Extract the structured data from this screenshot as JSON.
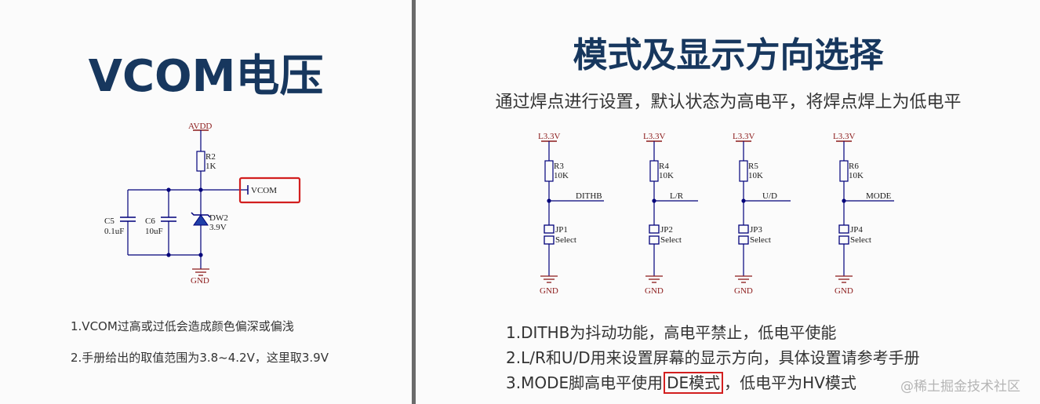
{
  "left": {
    "title": "VCOM电压",
    "notes": [
      "1.VCOM过高或过低会造成颜色偏深或偏浅",
      "2.手册给出的取值范围为3.8~4.2V，这里取3.9V"
    ]
  },
  "right": {
    "title": "模式及显示方向选择",
    "subtitle": "通过焊点进行设置，默认状态为高电平，将焊点焊上为低电平",
    "notes": {
      "n1": "1.DITHB为抖动功能，高电平禁止，低电平使能",
      "n2": "2.L/R和U/D用来设置屏幕的显示方向，具体设置请参考手册",
      "n3_pre": "3.MODE脚高电平使用",
      "n3_hl": "DE模式",
      "n3_post": "，低电平为HV模式"
    }
  },
  "vcom_schematic": {
    "avdd": "AVDD",
    "r2_name": "R2",
    "r2_value": "1K",
    "c5_name": "C5",
    "c5_value": "0.1uF",
    "c6_name": "C6",
    "c6_value": "10uF",
    "dw2_name": "DW2",
    "dw2_value": "3.9V",
    "vcom_net": "VCOM",
    "gnd": "GND"
  },
  "jumper_circuits": [
    {
      "supply": "L3.3V",
      "r_name": "R3",
      "r_value": "10K",
      "net": "DITHB",
      "jp_name": "JP1",
      "jp_value": "Select",
      "gnd": "GND"
    },
    {
      "supply": "L3.3V",
      "r_name": "R4",
      "r_value": "10K",
      "net": "L/R",
      "jp_name": "JP2",
      "jp_value": "Select",
      "gnd": "GND"
    },
    {
      "supply": "L3.3V",
      "r_name": "R5",
      "r_value": "10K",
      "net": "U/D",
      "jp_name": "JP3",
      "jp_value": "Select",
      "gnd": "GND"
    },
    {
      "supply": "L3.3V",
      "r_name": "R6",
      "r_value": "10K",
      "net": "MODE",
      "jp_name": "JP4",
      "jp_value": "Select",
      "gnd": "GND"
    }
  ],
  "colors": {
    "title": "#17375e",
    "wire": "#00007a",
    "power_label": "#8b1a1a",
    "highlight_box": "#d21f1f",
    "diode_fill": "#1f3fa8",
    "divider": "#6b6b6b"
  },
  "watermark": "@稀土掘金技术社区"
}
